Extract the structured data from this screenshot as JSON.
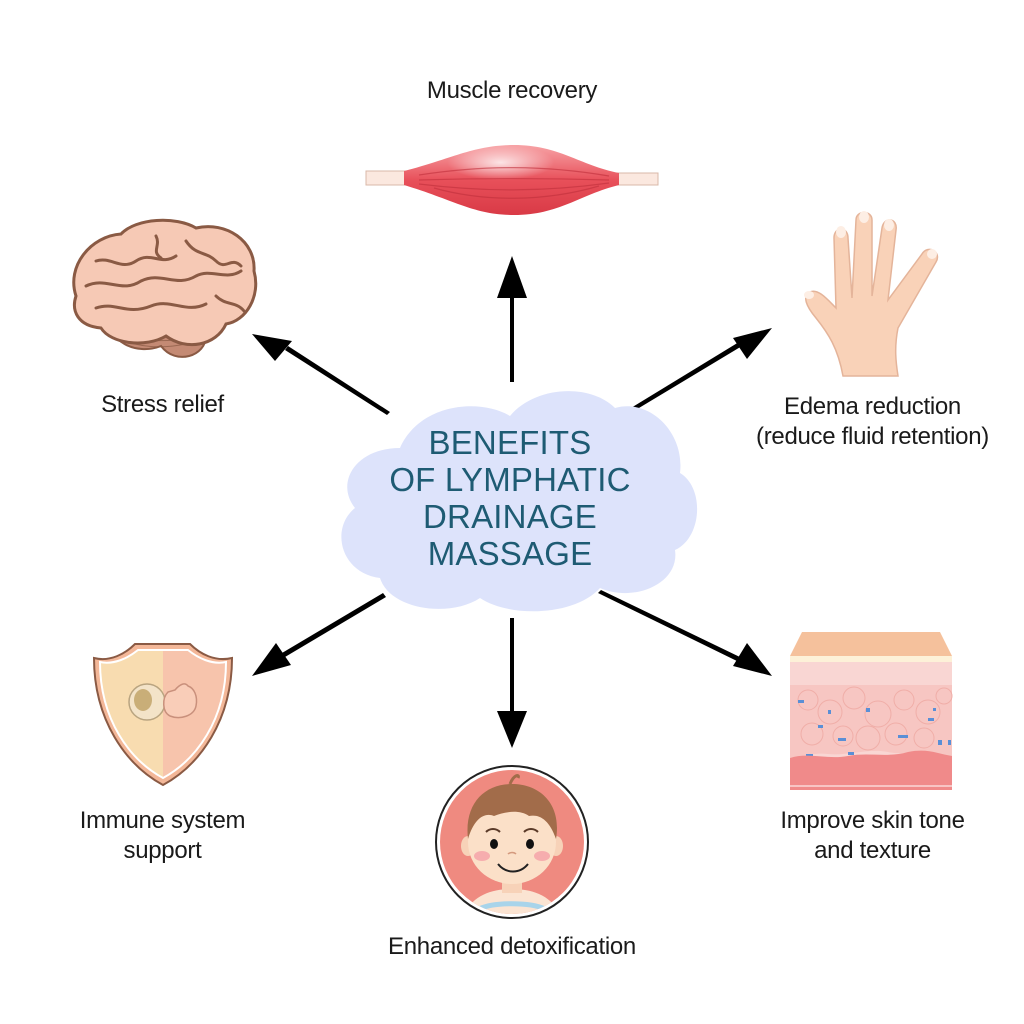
{
  "center": {
    "title_lines": [
      "BENEFITS",
      "OF LYMPHATIC",
      "DRAINAGE",
      "MASSAGE"
    ],
    "cloud_color": "#dde3fb",
    "text_color": "#1e5b73"
  },
  "benefits": [
    {
      "id": "muscle",
      "label_lines": [
        "Muscle recovery"
      ],
      "icon": "muscle-icon"
    },
    {
      "id": "stress",
      "label_lines": [
        "Stress relief"
      ],
      "icon": "brain-icon"
    },
    {
      "id": "edema",
      "label_lines": [
        "Edema reduction",
        "(reduce fluid retention)"
      ],
      "icon": "hand-icon"
    },
    {
      "id": "immune",
      "label_lines": [
        "Immune system",
        "support"
      ],
      "icon": "shield-icon"
    },
    {
      "id": "detox",
      "label_lines": [
        "Enhanced detoxification"
      ],
      "icon": "child-face-icon"
    },
    {
      "id": "skin",
      "label_lines": [
        "Improve skin tone",
        "and texture"
      ],
      "icon": "skin-layers-icon"
    }
  ],
  "colors": {
    "arrow": "#000000",
    "muscle": "#e8505a",
    "brain": "#f6c9b5",
    "brain_outline": "#8a5a44",
    "hand": "#f9d2b8",
    "shield_left": "#f8dcb0",
    "shield_right": "#f7c4ac",
    "face_bg": "#ef8a80",
    "skin_top": "#f5c19c",
    "skin_mid": "#f7c6c2",
    "skin_bottom": "#f08a8a"
  }
}
